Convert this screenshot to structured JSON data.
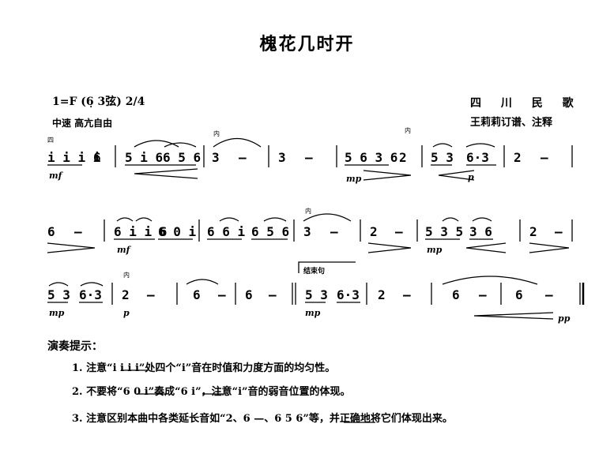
{
  "title": "槐花几时开",
  "key": "1=F (6̣ 3弦) 2/4",
  "tempo": "中速  高亢自由",
  "origin": "四  川  民  歌",
  "arranger": "王莉莉订谱、注释",
  "row1": {
    "notes": [
      "i i i i",
      "6",
      "5 i 6",
      "6 5 6",
      "3",
      "—",
      "3",
      "—",
      "5 6 3 6",
      "2",
      "5 3",
      "6·3",
      "2",
      "—"
    ],
    "dynamics": [
      "mf",
      "mp",
      "p"
    ],
    "marks": [
      "四",
      "内",
      "内"
    ]
  },
  "row2": {
    "notes": [
      "6",
      "—",
      "6 i i 6",
      "6 0 i",
      "6 6 i",
      "6 5 6",
      "3",
      "—",
      "2",
      "—",
      "5 3 5",
      "3 6",
      "2",
      "—"
    ],
    "dynamics": [
      "mf",
      "mp"
    ],
    "marks": [
      "内"
    ]
  },
  "row3": {
    "notes": [
      "5 3",
      "6·3",
      "2",
      "—",
      "6",
      "—",
      "6",
      "—",
      "5 3",
      "6·3",
      "2",
      "—",
      "6",
      "—",
      "6",
      "—"
    ],
    "dynamics": [
      "mp",
      "p",
      "mp",
      "pp"
    ],
    "marks": [
      "内",
      "结束句"
    ]
  },
  "tips": {
    "header": "演奏提示：",
    "items": [
      "1. 注意“i i i i”处四个“i”音在时值和力度方面的均匀性。",
      "2. 不要将“6 0 i”奏成“6 i”，注意“i”音的弱音位置的体现。",
      "3. 注意区别本曲中各类延长音如“2、6 —、6 5 6”等，并正确地将它们体现出来。"
    ]
  }
}
